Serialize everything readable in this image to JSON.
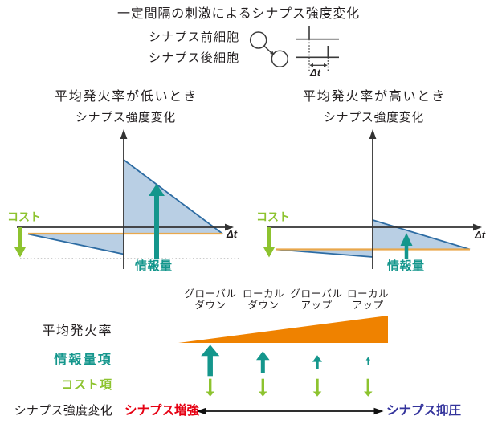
{
  "header": {
    "title": "一定間隔の刺激によるシナプス強度変化",
    "presynaptic_label": "シナプス前細胞",
    "postsynaptic_label": "シナプス後細胞",
    "delta_t_label": "Δt"
  },
  "left_chart": {
    "title": "平均発火率が低いとき",
    "y_axis_label": "シナプス強度変化",
    "x_axis_label": "Δt",
    "cost_label": "コスト",
    "info_label": "情報量"
  },
  "right_chart": {
    "title": "平均発火率が高いとき",
    "y_axis_label": "シナプス強度変化",
    "x_axis_label": "Δt",
    "cost_label": "コスト",
    "info_label": "情報量"
  },
  "bottom": {
    "column_headers": [
      {
        "line1": "グローバル",
        "line2": "ダウン"
      },
      {
        "line1": "ローカル",
        "line2": "ダウン"
      },
      {
        "line1": "グローバル",
        "line2": "アップ"
      },
      {
        "line1": "ローカル",
        "line2": "アップ"
      }
    ],
    "row_labels": {
      "firing_rate": "平均発火率",
      "information_term": "情報量項",
      "cost_term": "コスト項",
      "synaptic_change": "シナプス強度変化"
    },
    "potentiation_label": "シナプス増強",
    "depression_label": "シナプス抑圧"
  },
  "colors": {
    "ink": "#231f20",
    "teal_info": "#14968c",
    "green_cost": "#8dc32f",
    "orange_wedge": "#ef8200",
    "orange_line": "#e9a84c",
    "blue_fill": "#b9cfe4",
    "blue_stroke": "#2d6ca3",
    "red_potentiation": "#e60012",
    "navy_depression": "#33339c"
  }
}
